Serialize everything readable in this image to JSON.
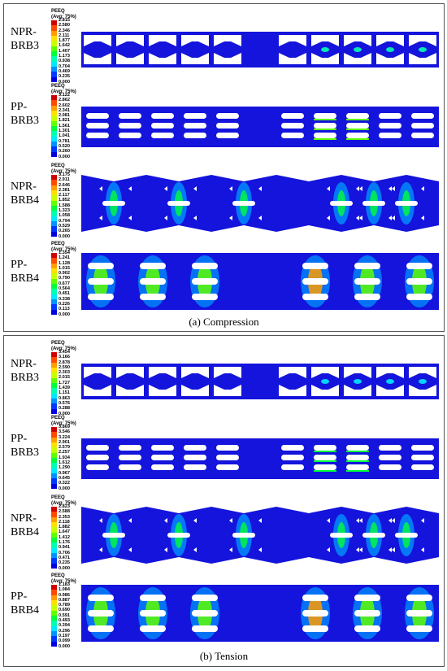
{
  "colors": {
    "contour": [
      "#d00000",
      "#ff4a00",
      "#ff9c00",
      "#ffe000",
      "#c8ff00",
      "#5eff00",
      "#00ff3a",
      "#00ffb0",
      "#00e8ff",
      "#0092ff",
      "#0038ff",
      "#0000e0"
    ],
    "base_blue": "#1414dc"
  },
  "legend_title": "PEEQ\n(Avg: 75%)",
  "compression": {
    "caption": "(a) Compression",
    "specimens": [
      {
        "label": "NPR-\nBRB3",
        "type": "npr3",
        "ticks": [
          "2.815",
          "2.580",
          "2.346",
          "2.111",
          "1.877",
          "1.642",
          "1.407",
          "1.173",
          "0.938",
          "0.704",
          "0.469",
          "0.235",
          "0.000"
        ]
      },
      {
        "label": "PP-\nBRB3",
        "type": "pp3",
        "ticks": [
          "3.122",
          "2.862",
          "2.602",
          "2.341",
          "2.081",
          "1.821",
          "1.561",
          "1.301",
          "1.041",
          "0.781",
          "0.520",
          "0.260",
          "0.000"
        ]
      },
      {
        "label": "NPR-\nBRB4",
        "type": "npr4",
        "ticks": [
          "3.175",
          "2.911",
          "2.646",
          "2.381",
          "2.117",
          "1.852",
          "1.588",
          "1.323",
          "1.058",
          "0.794",
          "0.529",
          "0.265",
          "0.000"
        ]
      },
      {
        "label": "PP-\nBRB4",
        "type": "pp4",
        "ticks": [
          "1.354",
          "1.241",
          "1.128",
          "1.015",
          "0.902",
          "0.790",
          "0.677",
          "0.564",
          "0.451",
          "0.338",
          "0.226",
          "0.113",
          "0.000"
        ]
      }
    ]
  },
  "tension": {
    "caption": "(b) Tension",
    "specimens": [
      {
        "label": "NPR-\nBRB3",
        "type": "npr3",
        "ticks": [
          "3.454",
          "3.166",
          "2.878",
          "2.590",
          "2.303",
          "2.015",
          "1.727",
          "1.439",
          "1.151",
          "0.863",
          "0.576",
          "0.288",
          "0.000"
        ]
      },
      {
        "label": "PP-\nBRB3",
        "type": "pp3",
        "ticks": [
          "3.869",
          "3.546",
          "3.224",
          "2.901",
          "2.579",
          "2.257",
          "1.934",
          "1.612",
          "1.290",
          "0.967",
          "0.645",
          "0.322",
          "0.000"
        ]
      },
      {
        "label": "NPR-\nBRB4",
        "type": "npr4",
        "ticks": [
          "2.823",
          "2.588",
          "2.353",
          "2.118",
          "1.882",
          "1.647",
          "1.412",
          "1.176",
          "0.941",
          "0.706",
          "0.471",
          "0.235",
          "0.000"
        ]
      },
      {
        "label": "PP-\nBRB4",
        "type": "pp4",
        "ticks": [
          "1.183",
          "1.084",
          "0.986",
          "0.887",
          "0.789",
          "0.690",
          "0.591",
          "0.493",
          "0.394",
          "0.296",
          "0.197",
          "0.099",
          "0.000"
        ]
      }
    ]
  }
}
